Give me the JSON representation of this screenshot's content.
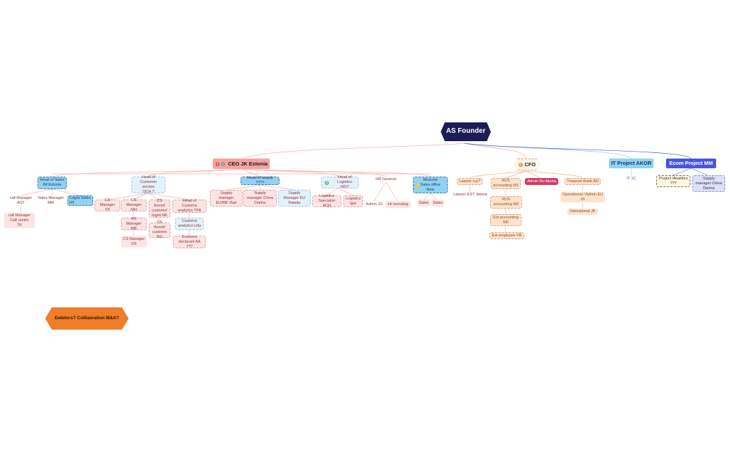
{
  "colors": {
    "root": "#1c1c56",
    "ceo_branch": "#f5a3a3",
    "cfo_branch": "#e7a06c",
    "it_branch": "#8fd3f3",
    "ecom_branch": "#4756d8",
    "debitors": "#f07d2a"
  },
  "root": {
    "label": "AS Founder"
  },
  "ceo": {
    "label": "CEO  JK Estonia",
    "marker1": "1",
    "marker2": "›"
  },
  "cfo": {
    "label": "CFO",
    "marker": "2"
  },
  "it_project": {
    "label": "IT Project AKOR",
    "child": "IT 1C"
  },
  "ecom_project": {
    "label": "Ecom Project MM",
    "children": [
      "Project /Analitics\n???",
      "Supply\nmanager China\nDarina"
    ]
  },
  "sales": {
    "head": "Head of Sales\nIM Estonia",
    "call_ast": "call Manager\nAST",
    "call_tk": "call Manager\nCall centre\nTK",
    "sales_mm": "Sales Manager\nMM",
    "logist_nt": "Logist Sales\nNT"
  },
  "customer_service": {
    "head": "Head of\nCustomer servise\nOCH ?",
    "cs_tp": "CS Manager\nTP",
    "cs_mh": "CS Manager\nMH",
    "as_mb": "AS Manager\nMB",
    "cs_os": "CS Manager\nOS",
    "cs_nk": "CS Assist/\ncustoms/\nlogist NK",
    "cs_ng": "CS Assist/\ncustoms\nNG",
    "customs_head": "Head of Customs\nanalytics TPA",
    "customs_lilia": "Customs\nanalytics Lilia",
    "customs_aa": "Customs\ndeclarant AA ???"
  },
  "supply": {
    "head": "Head of supply  ????",
    "vlad": "Supply\nmanager\nEU/RB Vlad",
    "darina": "Supply\nmanager China\nDarina",
    "natalia": "Supply\nManager EU\nNatalia"
  },
  "logistics": {
    "head": "Head of\nLogistics MS?",
    "marker": "3",
    "ach": "Logistics\nSpecialist ACH",
    "igor": "Logistics\nIgor"
  },
  "hr": {
    "head": "HR General",
    "admin": "Admin JS",
    "recruiting": "Hr recruting"
  },
  "moscow": {
    "head": "Moscow\nSales office\nNew",
    "marker": "!",
    "sales1": "Sales",
    "sales2": "Sales"
  },
  "finance": {
    "lawyer_rus": "Lawyer rus?",
    "lawyer_est": "Lawyer EST Jelena",
    "rus_ns": "RUS\naccounting NS",
    "rus_nd": "RUS\naccounting  ND",
    "est_nd": "Est accounting\nND",
    "est_vr": "Est employee VR",
    "admin_ru": "Admin Ru Aljona",
    "treasure": "Treasure Bank AD",
    "operational_eu": "Operational / Admin EU\nJS",
    "operational_jk": "Operational JK"
  },
  "debitors": {
    "label": "Debitors?   Colllaoration M&A?"
  }
}
